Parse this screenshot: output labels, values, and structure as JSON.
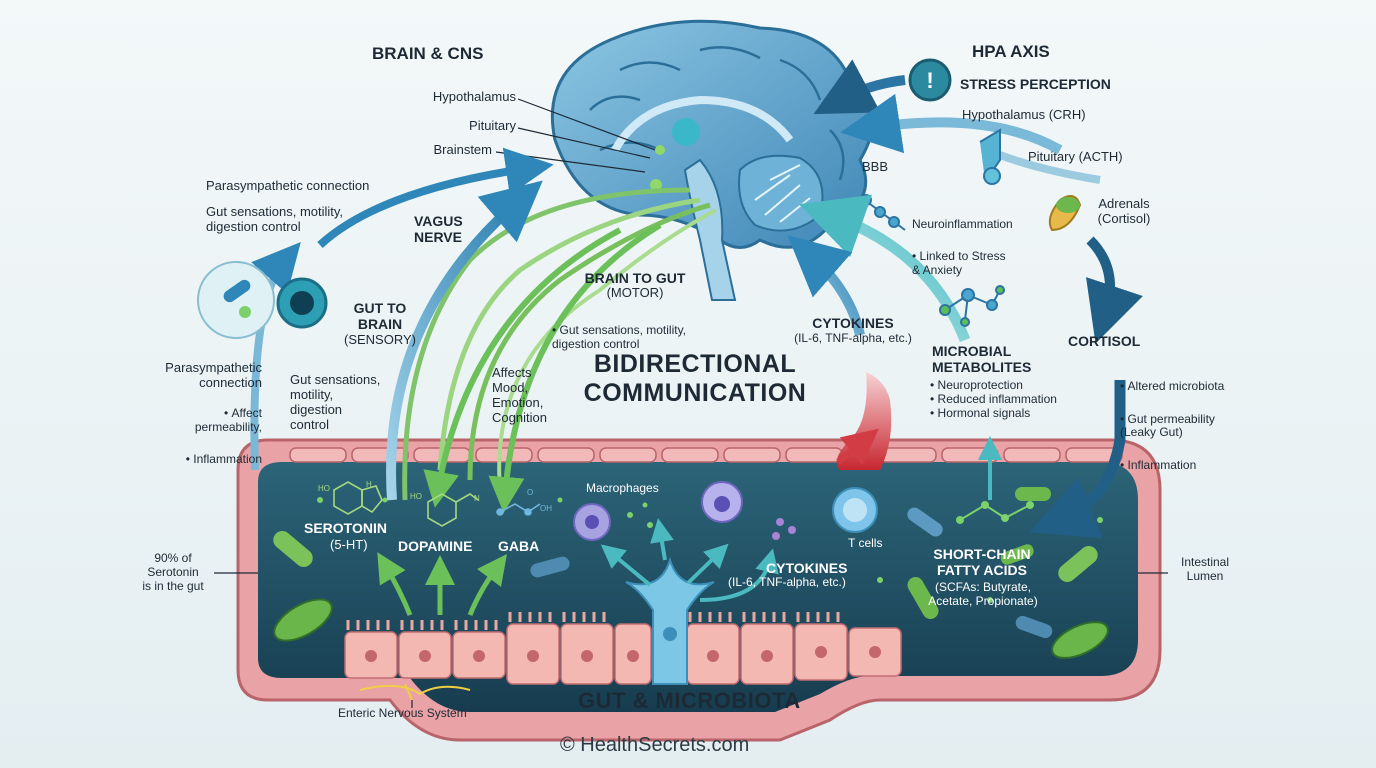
{
  "brain_cns": {
    "title": "BRAIN & CNS",
    "labels": [
      "Hypothalamus",
      "Pituitary",
      "Brainstem"
    ],
    "bbb": "BBB"
  },
  "hpa_axis": {
    "title": "HPA AXIS",
    "stress": "STRESS PERCEPTION",
    "hypothalamus": "Hypothalamus (CRH)",
    "pituitary": "Pituitary (ACTH)",
    "adrenals": "Adrenals\n(Cortisol)"
  },
  "neuroinflammation": {
    "title": "Neuroinflammation",
    "bullets": [
      "Linked to Stress\n& Anxiety"
    ]
  },
  "vagus": {
    "title": "VAGUS\nNERVE",
    "para_top": "Parasympathetic connection",
    "gut_sensations_top": "Gut sensations, motility,\ndigestion control",
    "gut_to_brain": "GUT TO\nBRAIN",
    "sensory": "(SENSORY)",
    "para_left": "Parasympathetic\nconnection",
    "para_left_bullets": [
      "Affect\npermeability,",
      "Inflammation"
    ],
    "gut_sensations_mid": "Gut sensations,\nmotility,\ndigestion\ncontrol",
    "brain_to_gut": "BRAIN TO GUT",
    "motor": "(MOTOR)",
    "brain_to_gut_bullets": [
      "Gut sensations, motility,\ndigestion control"
    ],
    "affects": "Affects\nMood,\nEmotion,\nCognition"
  },
  "center": {
    "title": "BIDIRECTIONAL\nCOMMUNICATION"
  },
  "cytokines_top": {
    "title": "CYTOKINES",
    "detail": "(IL-6, TNF-alpha, etc.)"
  },
  "microbial_metabolites": {
    "title": "MICROBIAL\nMETABOLITES",
    "bullets": [
      "Neuroprotection",
      "Reduced inflammation",
      "Hormonal signals"
    ]
  },
  "cortisol": {
    "title": "CORTISOL",
    "bullets": [
      "Altered microbiota",
      "Gut permeability\n(Leaky Gut)",
      "Inflammation"
    ]
  },
  "gut": {
    "serotonin": "SEROTONIN",
    "serotonin_sub": "(5-HT)",
    "dopamine": "DOPAMINE",
    "gaba": "GABA",
    "macrophages": "Macrophages",
    "t_cells": "T cells",
    "cytokines_title": "CYTOKINES",
    "cytokines_detail": "(IL-6, TNF-alpha, etc.)",
    "scfa_title": "SHORT-CHAIN\nFATTY ACIDS",
    "scfa_detail": "(SCFAs: Butyrate,\nAcetate, Propionate)",
    "serotonin_note": "90% of\nSerotonin\nis in the gut",
    "lumen": "Intestinal\nLumen",
    "ens": "Enteric Nervous System",
    "title": "GUT & MICROBIOTA"
  },
  "chem_labels": {
    "ho": "HO",
    "nh": "H",
    "n": "N",
    "oh": "OH",
    "o": "O"
  },
  "copyright": "© HealthSecrets.com",
  "colors": {
    "background": "#eef4f6",
    "brain": "#5b9ec6",
    "gut_lumen": "#1f4d63",
    "gut_wall": "#e9a2a5",
    "nerve_blue": "#2f86b8",
    "nerve_green": "#7cc96a",
    "cortisol_arrow": "#215f86",
    "cytokine_arrow": "#d23c45"
  }
}
